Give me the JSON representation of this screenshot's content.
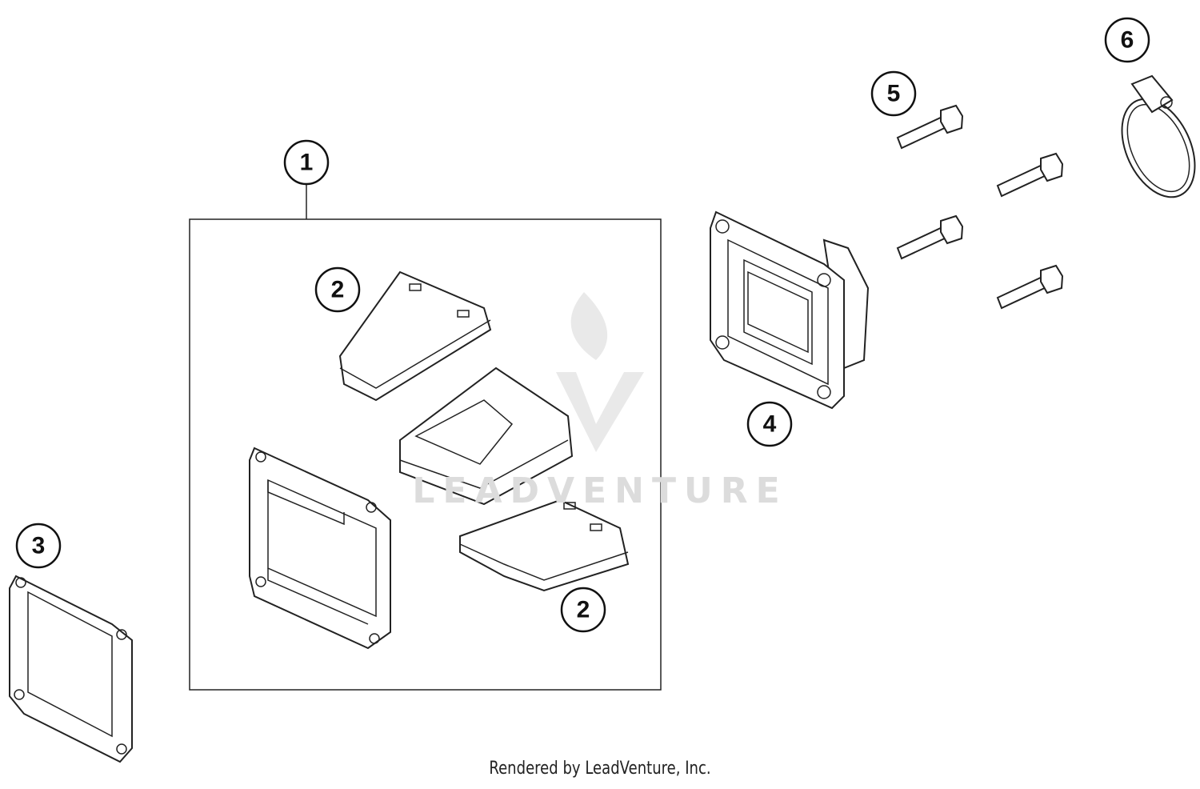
{
  "callouts": [
    {
      "label": "1",
      "part": "reed-valve-assembly"
    },
    {
      "label": "2",
      "part": "reed-petal-upper"
    },
    {
      "label": "2",
      "part": "reed-petal-lower"
    },
    {
      "label": "3",
      "part": "gasket"
    },
    {
      "label": "4",
      "part": "intake-flange"
    },
    {
      "label": "5",
      "part": "bolts"
    },
    {
      "label": "6",
      "part": "hose-clamp"
    }
  ],
  "watermark": "LEADVENTURE",
  "footer": "Rendered by LeadVenture, Inc."
}
